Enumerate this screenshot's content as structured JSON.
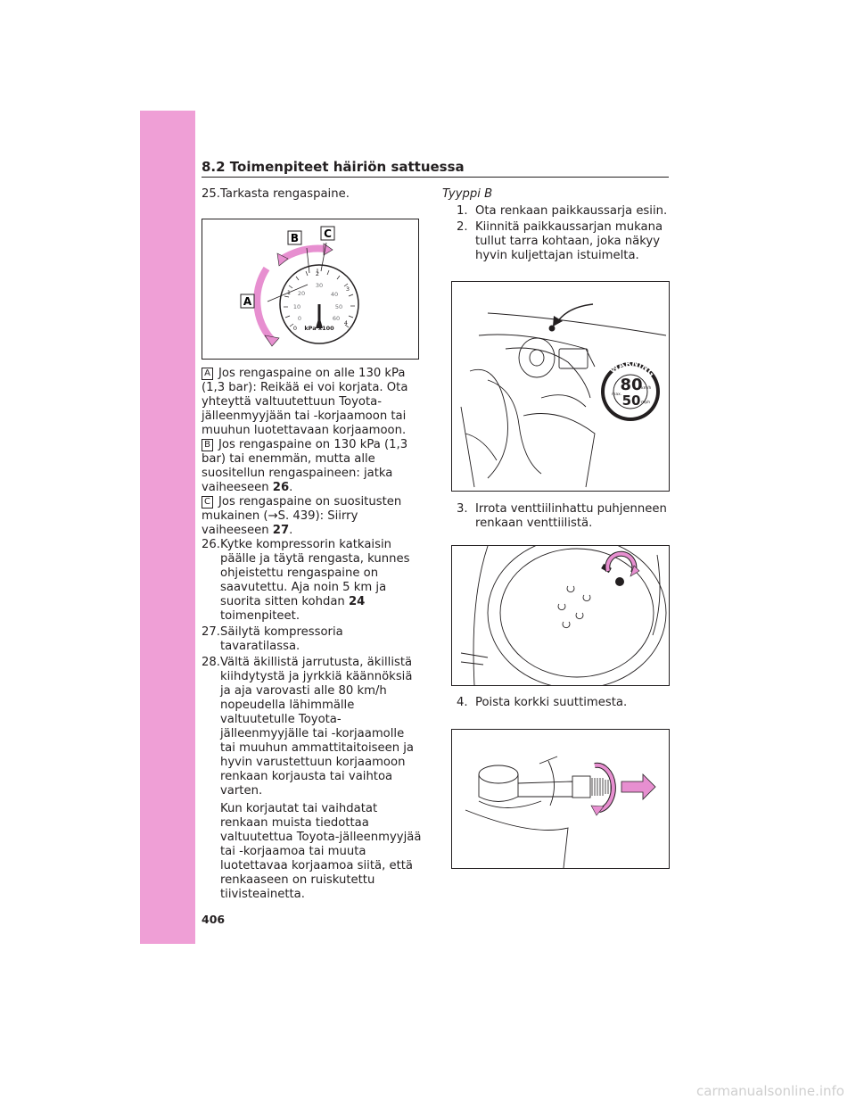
{
  "section": {
    "title": "8.2 Toimenpiteet häiriön sattuessa"
  },
  "left_column": {
    "step25": {
      "num": "25.",
      "text": "Tarkasta rengaspaine."
    },
    "gauge_figure": {
      "labels": [
        "A",
        "B",
        "C"
      ],
      "unit": "kPa x100",
      "outer_ticks": [
        "0",
        "1",
        "2",
        "3",
        "4"
      ],
      "inner_ticks": [
        "0",
        "10",
        "20",
        "30",
        "40",
        "50",
        "60"
      ]
    },
    "note_a": {
      "label": "A",
      "text": "Jos rengaspaine on alle 130 kPa (1,3 bar): Reikää ei voi korjata. Ota yhteyttä valtuutettuun Toyota-jälleenmyyjään tai -korjaamoon tai muuhun luotettavaan korjaamoon."
    },
    "note_b": {
      "label": "B",
      "text": "Jos rengaspaine on 130 kPa (1,3 bar) tai enemmän, mutta alle suositellun rengaspaineen: jatka vaiheeseen ",
      "ref": "26",
      "suffix": "."
    },
    "note_c": {
      "label": "C",
      "text": "Jos rengaspaine on suositusten mukainen (→S. 439): Siirry vaiheeseen ",
      "ref": "27",
      "suffix": "."
    },
    "step26": {
      "num": "26.",
      "text": "Kytke kompressorin katkaisin päälle ja täytä rengasta, kunnes ohjeistettu rengaspaine on saavutettu. Aja noin 5 km ja suorita sitten kohdan ",
      "ref": "24",
      "suffix": " toimenpiteet."
    },
    "step27": {
      "num": "27.",
      "text": "Säilytä kompressoria tavaratilassa."
    },
    "step28": {
      "num": "28.",
      "text": "Vältä äkillistä jarrutusta, äkillistä kiihdytystä ja jyrkkiä käännöksiä ja aja varovasti alle 80 km/h nopeudella lähimmälle valtuutetulle Toyota-jälleenmyyjälle tai -korjaamolle tai muuhun ammattitaitoiseen ja hyvin varustettuun korjaamoon renkaan korjausta tai vaihtoa varten."
    },
    "step28_extra": "Kun korjautat tai vaihdatat renkaan muista tiedottaa valtuutettua Toyota-jälleenmyyjää tai -korjaamoa tai muuta luotettavaa korjaamoa siitä, että renkaaseen on ruiskutettu tiivisteainetta."
  },
  "right_column": {
    "type_heading": "Tyyppi B",
    "step1": {
      "num": "1.",
      "text": "Ota renkaan paikkaussarja esiin."
    },
    "step2": {
      "num": "2.",
      "text": "Kiinnitä paikkaussarjan mukana tullut tarra kohtaan, joka näkyy hyvin kuljettajan istuimelta."
    },
    "sticker": {
      "title": "WARNING",
      "max_label": "max.",
      "kmh_value": "80",
      "kmh_unit": "km/h",
      "mph_value": "50",
      "mph_unit": "mph"
    },
    "step3": {
      "num": "3.",
      "text": "Irrota venttiilinhattu puhjenneen renkaan venttiilistä."
    },
    "step4": {
      "num": "4.",
      "text": "Poista korkki suuttimesta."
    }
  },
  "page_number": "406",
  "watermark": "carmanualsonline.info",
  "colors": {
    "accent_pink": "#ef9fd6",
    "arrow_fill": "#e78fd0"
  }
}
